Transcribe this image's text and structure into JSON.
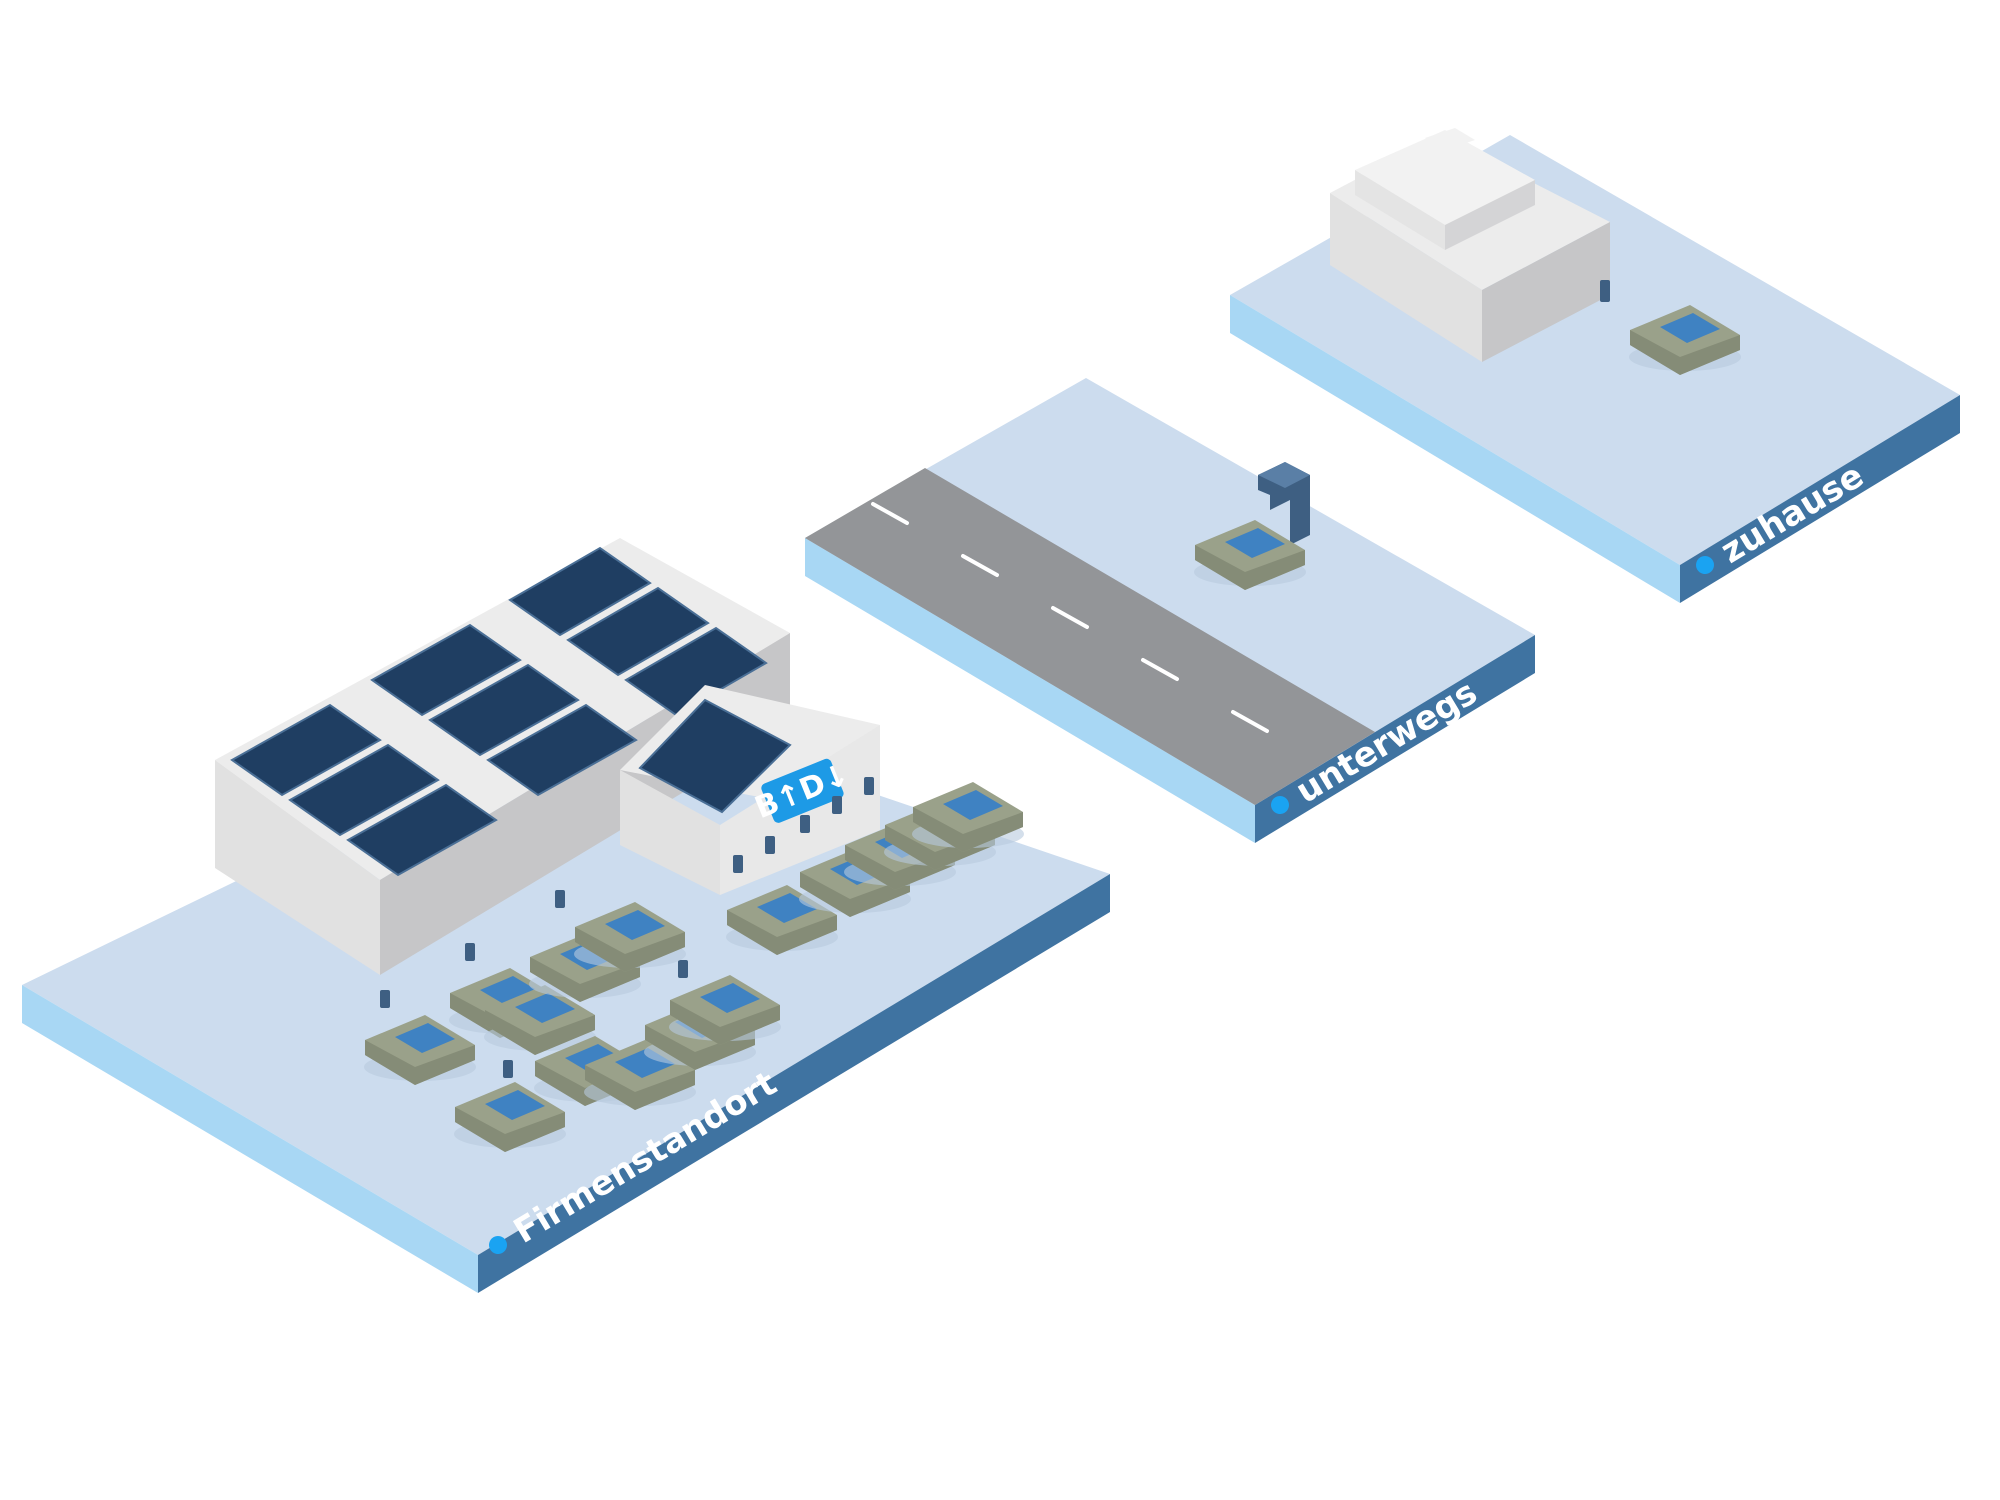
{
  "labels": {
    "site": "Firmenstandort",
    "road": "unterwegs",
    "home": "zuhause"
  },
  "logo": {
    "text": "B↑D↓"
  },
  "icons": {
    "label_marker": "dot-icon",
    "car": "car-icon",
    "charger": "charging-station-icon",
    "solar": "solar-panel-icon"
  },
  "colors": {
    "platform_top": "#ccdcee",
    "platform_front": "#a8d7f4",
    "platform_side": "#3f73a1",
    "label_dot": "#1aa3f2",
    "building_roof": "#ececec",
    "building_front": "#e1e1e1",
    "building_side": "#c6c6c8",
    "solar_panel": "#1f3e62",
    "car_body": "#9aa18a",
    "car_glass": "#3f82c2",
    "charger": "#3e5f82",
    "road": "#939598",
    "road_marking": "#ffffff",
    "logo_bg": "#1d9ae6"
  }
}
